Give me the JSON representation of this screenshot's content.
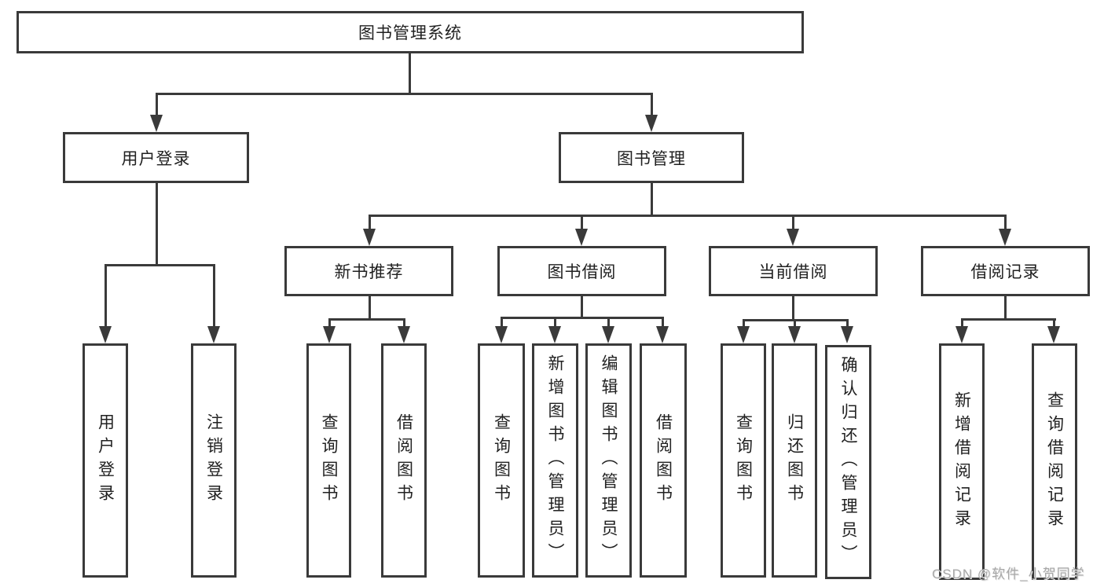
{
  "tree": {
    "label": "图书管理系统",
    "children": [
      {
        "label": "用户登录",
        "children": [
          {
            "label": "用户登录"
          },
          {
            "label": "注销登录"
          }
        ]
      },
      {
        "label": "图书管理",
        "children": [
          {
            "label": "新书推荐",
            "children": [
              {
                "label": "查询图书"
              },
              {
                "label": "借阅图书"
              }
            ]
          },
          {
            "label": "图书借阅",
            "children": [
              {
                "label": "查询图书"
              },
              {
                "label": "新增图书（管理员）"
              },
              {
                "label": "编辑图书（管理员）"
              },
              {
                "label": "借阅图书"
              }
            ]
          },
          {
            "label": "当前借阅",
            "children": [
              {
                "label": "查询图书"
              },
              {
                "label": "归还图书"
              },
              {
                "label": "确认归还（管理员）"
              }
            ]
          },
          {
            "label": "借阅记录",
            "children": [
              {
                "label": "新增借阅记录"
              },
              {
                "label": "查询借阅记录"
              }
            ]
          }
        ]
      }
    ]
  },
  "watermark": "CSDN @软件_小贺同学",
  "colors": {
    "line": "#3a3a3a",
    "text": "#212121",
    "watermark": "#a8a8a8",
    "background": "#ffffff"
  }
}
